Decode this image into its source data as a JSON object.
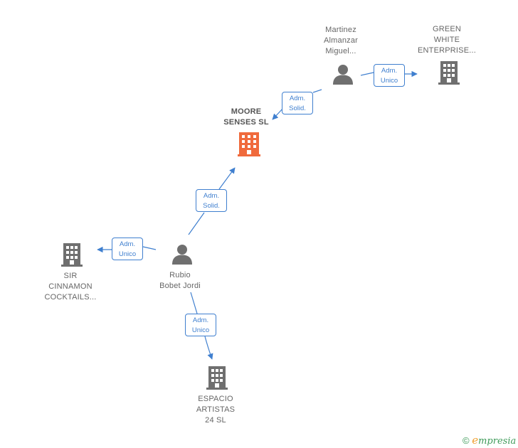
{
  "colors": {
    "edge": "#3f7fcf",
    "company_main": "#f06a3c",
    "company": "#6f6f6f",
    "person": "#6f6f6f",
    "brand": "#3f9b5a"
  },
  "nodes": {
    "moore_senses": {
      "type": "company",
      "lines": [
        "MOORE",
        "SENSES  SL"
      ],
      "highlight": true,
      "icon": "building-icon"
    },
    "martinez": {
      "type": "person",
      "lines": [
        "Martinez",
        "Almanzar",
        "Miguel..."
      ],
      "icon": "person-icon"
    },
    "green_white": {
      "type": "company",
      "lines": [
        "GREEN",
        "WHITE",
        "ENTERPRISE..."
      ],
      "icon": "building-icon"
    },
    "rubio": {
      "type": "person",
      "lines": [
        "Rubio",
        "Bobet Jordi"
      ],
      "icon": "person-icon"
    },
    "sir_cinnamon": {
      "type": "company",
      "lines": [
        "SIR",
        "CINNAMON",
        "COCKTAILS..."
      ],
      "icon": "building-icon"
    },
    "espacio": {
      "type": "company",
      "lines": [
        "ESPACIO",
        "ARTISTAS",
        "24  SL"
      ],
      "icon": "building-icon"
    }
  },
  "edges": [
    {
      "from": "martinez",
      "to": "moore_senses",
      "lines": [
        "Adm.",
        "Solid."
      ]
    },
    {
      "from": "martinez",
      "to": "green_white",
      "lines": [
        "Adm.",
        "Unico"
      ]
    },
    {
      "from": "rubio",
      "to": "moore_senses",
      "lines": [
        "Adm.",
        "Solid."
      ]
    },
    {
      "from": "rubio",
      "to": "sir_cinnamon",
      "lines": [
        "Adm.",
        "Unico"
      ]
    },
    {
      "from": "rubio",
      "to": "espacio",
      "lines": [
        "Adm.",
        "Unico"
      ]
    }
  ],
  "footer": {
    "copyright_symbol": "©",
    "brand_initial": "e",
    "brand_rest": "mpresia"
  }
}
